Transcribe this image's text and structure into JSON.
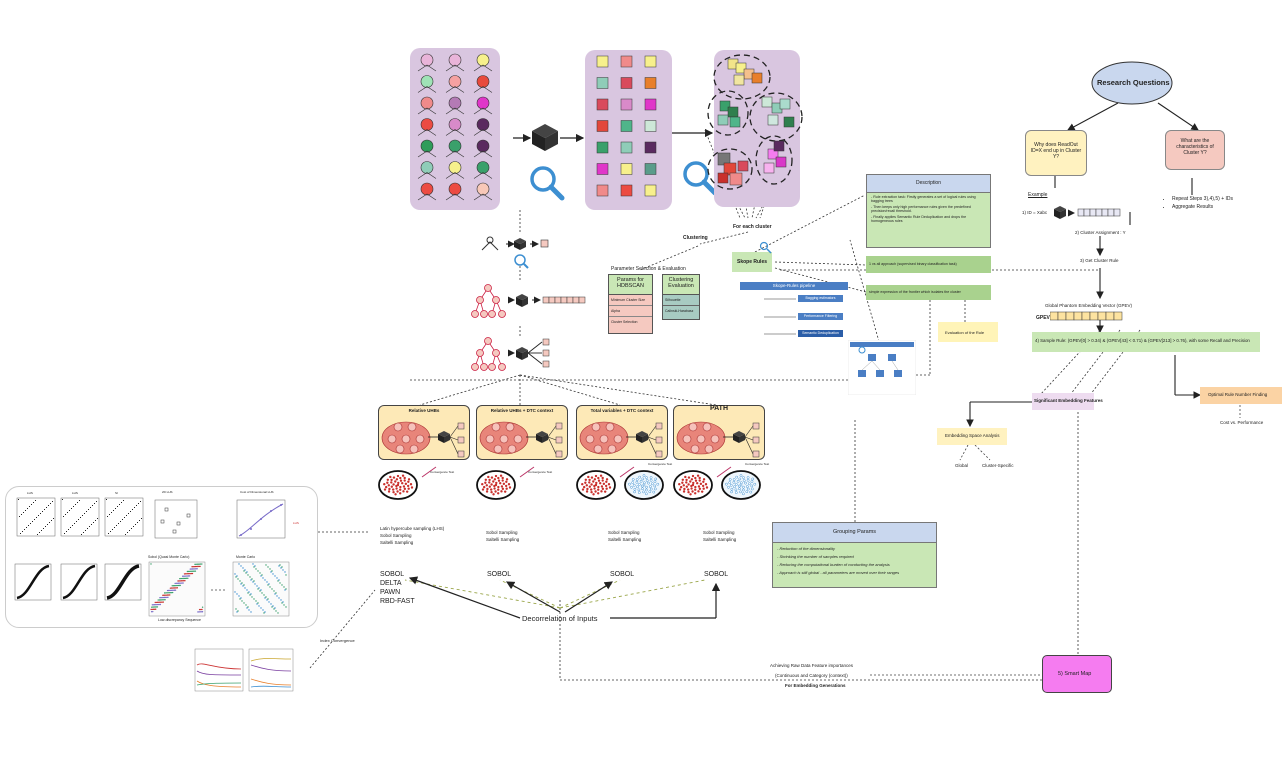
{
  "research": {
    "title": "Research Questions",
    "q1": "Why does ReadOut ID=X end up in Cluster Y?",
    "q2": "What are the characteristics of Cluster Y?",
    "example_label": "Example",
    "steps": [
      "1) ID = Xabc",
      "2) Cluster Assignment : Y",
      "3) Get Cluster Rule"
    ],
    "gpev_title": "Global Phantom Embedding Vector (GPEV)",
    "gpev_label": "GPEV=",
    "sample_rule": "4) Sample Rule: (GPEV[0] > 0.34) & (GPEV[43] < 0.71) & (GPEV[213] > 0.76), with some Recall and Precision",
    "repeat_bullets": [
      "Repeat Steps 3),4),5) + IDs",
      "Aggregate Results"
    ]
  },
  "right": {
    "significant": "Significant Embedding Features",
    "optimal": "Optimal Rule Number Finding",
    "cost": "Cost vs. Performance",
    "embedding_space": "Embedding Space Analysis",
    "global": "Global",
    "cluster_specific": "Cluster-Specific",
    "smart_map": "5) Smart Map",
    "achieving": "Achieving Raw Data Feature importances",
    "continuous": "(Continuous and Category (context))",
    "for_embedding": "For Embedding Generations"
  },
  "description": {
    "title": "Description",
    "lines": [
      "- Rule extraction task: Firstly generates a set of logical rules using bagging trees",
      "- Then keeps only high performance rules given the predefined precision/recall threshold.",
      "- Finally applies Semantic Rule Deduplication and drops the homogeneous rules"
    ],
    "one_vs_all": "1 vs all approach (supervised binary classification task)",
    "simple_expr": "simple expression of the frontier which isolates the cluster",
    "evaluation": "Evaluation of the Rule"
  },
  "clustering": {
    "for_each": "For each cluster",
    "clustering_label": "Clustering",
    "skope_rules": "Skope Rules",
    "param_title": "Parameter Selection & Evaluation",
    "params_hdbscan": "Params for HDBSCAN",
    "params_items": [
      "Minimum Cluster Size",
      "Alpha",
      "Cluster Selection"
    ],
    "clust_eval": "Clustering Evaluation",
    "eval_items": [
      "Silhouette",
      "Calinski-Harabasz"
    ],
    "pipeline_title": "Skope-Rules pipeline",
    "pipeline_steps": [
      "Bagging estimators",
      "Performance Filtering",
      "Semantic Deduplication"
    ]
  },
  "sampling": {
    "panels": [
      "Relative UHBs",
      "Relative UHBs + DTC context",
      "Total variables + DTC context",
      "PATH"
    ],
    "convergence": "Convergence Test",
    "texts": [
      [
        "Latin hypercube sampling (LHS)",
        "Sobol Sampling",
        "Saltelli Sampling"
      ],
      [
        "Sobol Sampling",
        "Saltelli Sampling"
      ],
      [
        "Sobol Sampling",
        "Saltelli Sampling"
      ],
      [
        "Sobol Sampling",
        "Saltelli Sampling"
      ]
    ],
    "methods": [
      "SOBOL",
      "DELTA",
      "PAWN",
      "RBD-FAST"
    ],
    "sobol": "SOBOL",
    "decorrelation": "Decorrelation of Inputs",
    "index_convergence": "Index Convergence"
  },
  "grouping": {
    "title": "Grouping Params",
    "lines": [
      "- Reduction of the dimensionality",
      "- Shrinking the number of samples required",
      "- Reducing the computational burden of conducting the analysis",
      "- Approach is still global - all parameters are moved over their ranges"
    ]
  },
  "inset": {
    "titles": [
      "LHS",
      "LHS",
      "SI",
      "2D LHS",
      "Cost of Dimensional LHS"
    ],
    "sobol_qmc": "Sobol (Quasi Monte Carlo)",
    "monte_carlo": "Monte Carlo",
    "caption": "Low-discrepancy Sequence"
  },
  "colors": {
    "purple_panel": "#d9c6e0",
    "green": "#c9e7b5",
    "pink": "#f5c9c0",
    "blue_head": "#c9d7ee",
    "yellow": "#fff2c0",
    "magenta": "#f57cf0",
    "sampling_panel": "#fde9b7"
  }
}
